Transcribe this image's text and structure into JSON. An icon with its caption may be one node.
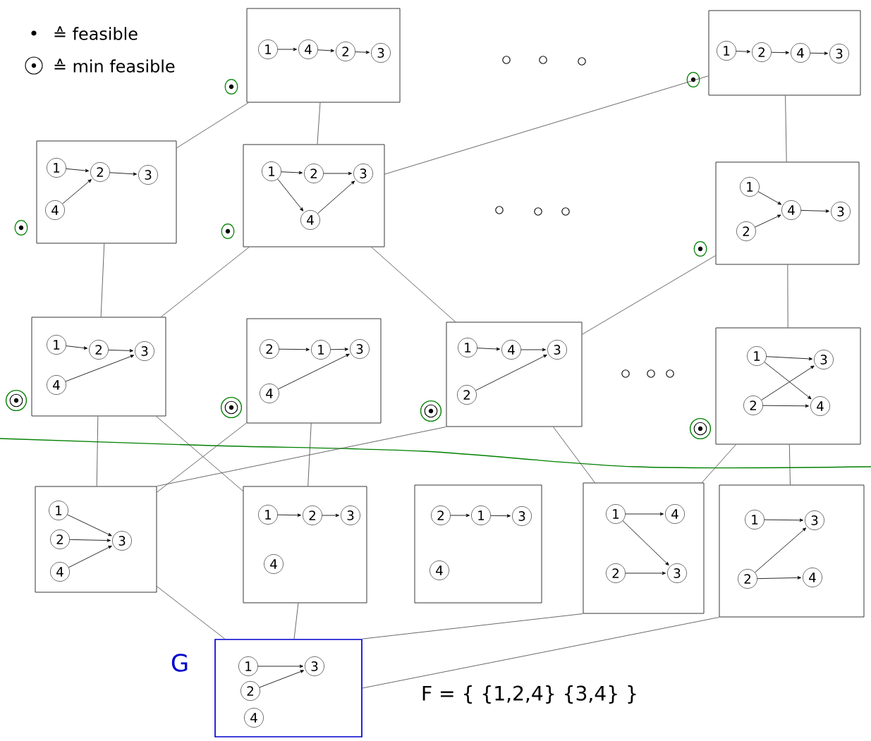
{
  "diagram": {
    "nodes": [
      {
        "text": [],
        "shape": "box"
      },
      {
        "text": [],
        "shape": "box"
      },
      {
        "text": [],
        "shape": "box"
      },
      {
        "text": [],
        "shape": "box"
      },
      {
        "text": [],
        "shape": "box"
      },
      {
        "text": [],
        "shape": "box"
      },
      {
        "text": [],
        "shape": "box"
      },
      {
        "text": [],
        "shape": "box"
      },
      {
        "text": [],
        "shape": "box"
      },
      {
        "text": [],
        "shape": "box"
      },
      {
        "text": [],
        "shape": "box"
      },
      {
        "text": [],
        "shape": "box"
      },
      {
        "text": [],
        "shape": "box"
      },
      {
        "text": [],
        "shape": "box"
      },
      {
        "text": [],
        "shape": "box",
        "beside": [
          "G"
        ]
      },
      {
        "text": [
          "1"
        ],
        "in": 0
      },
      {
        "text": [
          "4"
        ],
        "in": 0
      },
      {
        "text": [
          "2"
        ],
        "in": 0
      },
      {
        "text": [
          "3"
        ],
        "in": 0
      },
      {
        "text": [
          "1"
        ],
        "in": 1
      },
      {
        "text": [
          "2"
        ],
        "in": 1
      },
      {
        "text": [
          "4"
        ],
        "in": 1
      },
      {
        "text": [
          "3"
        ],
        "in": 1
      },
      {
        "text": [
          "1"
        ],
        "in": 2
      },
      {
        "text": [
          "2"
        ],
        "in": 2
      },
      {
        "text": [
          "3"
        ],
        "in": 2
      },
      {
        "text": [
          "4"
        ],
        "in": 2
      },
      {
        "text": [
          "1"
        ],
        "in": 3
      },
      {
        "text": [
          "2"
        ],
        "in": 3
      },
      {
        "text": [
          "3"
        ],
        "in": 3
      },
      {
        "text": [
          "4"
        ],
        "in": 3
      },
      {
        "text": [
          "1"
        ],
        "in": 4
      },
      {
        "text": [
          "4"
        ],
        "in": 4
      },
      {
        "text": [
          "3"
        ],
        "in": 4
      },
      {
        "text": [
          "2"
        ],
        "in": 4
      },
      {
        "text": [
          "1"
        ],
        "in": 5
      },
      {
        "text": [
          "2"
        ],
        "in": 5
      },
      {
        "text": [
          "3"
        ],
        "in": 5
      },
      {
        "text": [
          "4"
        ],
        "in": 5
      },
      {
        "text": [
          "2"
        ],
        "in": 6
      },
      {
        "text": [
          "1"
        ],
        "in": 6
      },
      {
        "text": [
          "3"
        ],
        "in": 6
      },
      {
        "text": [
          "4"
        ],
        "in": 6
      },
      {
        "text": [
          "1"
        ],
        "in": 7
      },
      {
        "text": [
          "4"
        ],
        "in": 7
      },
      {
        "text": [
          "3"
        ],
        "in": 7
      },
      {
        "text": [
          "2"
        ],
        "in": 7
      },
      {
        "text": [
          "1"
        ],
        "in": 8
      },
      {
        "text": [
          "3"
        ],
        "in": 8
      },
      {
        "text": [
          "2"
        ],
        "in": 8
      },
      {
        "text": [
          "4"
        ],
        "in": 8
      },
      {
        "text": [
          "1"
        ],
        "in": 9
      },
      {
        "text": [
          "2"
        ],
        "in": 9
      },
      {
        "text": [
          "3"
        ],
        "in": 9
      },
      {
        "text": [
          "4"
        ],
        "in": 9
      },
      {
        "text": [
          "1"
        ],
        "in": 10
      },
      {
        "text": [
          "2"
        ],
        "in": 10
      },
      {
        "text": [
          "3"
        ],
        "in": 10
      },
      {
        "text": [
          "4"
        ],
        "in": 10
      },
      {
        "text": [
          "2"
        ],
        "in": 11
      },
      {
        "text": [
          "1"
        ],
        "in": 11
      },
      {
        "text": [
          "3"
        ],
        "in": 11
      },
      {
        "text": [
          "4"
        ],
        "in": 11
      },
      {
        "text": [
          "1"
        ],
        "in": 12
      },
      {
        "text": [
          "4"
        ],
        "in": 12
      },
      {
        "text": [
          "2"
        ],
        "in": 12
      },
      {
        "text": [
          "3"
        ],
        "in": 12
      },
      {
        "text": [
          "1"
        ],
        "in": 13
      },
      {
        "text": [
          "3"
        ],
        "in": 13
      },
      {
        "text": [
          "2"
        ],
        "in": 13
      },
      {
        "text": [
          "4"
        ],
        "in": 13
      },
      {
        "text": [
          "1"
        ],
        "in": 14
      },
      {
        "text": [
          "3"
        ],
        "in": 14
      },
      {
        "text": [
          "2"
        ],
        "in": 14
      },
      {
        "text": [
          "4"
        ],
        "in": 14
      }
    ],
    "edges": [
      {
        "from": 0,
        "to": 2,
        "arrow": "none"
      },
      {
        "from": 0,
        "to": 3,
        "arrow": "none"
      },
      {
        "from": 1,
        "to": 3,
        "arrow": "none"
      },
      {
        "from": 1,
        "to": 4,
        "arrow": "none"
      },
      {
        "from": 2,
        "to": 5,
        "arrow": "none"
      },
      {
        "from": 3,
        "to": 5,
        "arrow": "none"
      },
      {
        "from": 3,
        "to": 7,
        "arrow": "none"
      },
      {
        "from": 4,
        "to": 7,
        "arrow": "none"
      },
      {
        "from": 4,
        "to": 8,
        "arrow": "none"
      },
      {
        "from": 5,
        "to": 9,
        "arrow": "none"
      },
      {
        "from": 5,
        "to": 10,
        "arrow": "none"
      },
      {
        "from": 6,
        "to": 9,
        "arrow": "none"
      },
      {
        "from": 6,
        "to": 10,
        "arrow": "none"
      },
      {
        "from": 7,
        "to": 9,
        "arrow": "none"
      },
      {
        "from": 7,
        "to": 12,
        "arrow": "none"
      },
      {
        "from": 8,
        "to": 12,
        "arrow": "none"
      },
      {
        "from": 8,
        "to": 13,
        "arrow": "none"
      },
      {
        "from": 9,
        "to": 14,
        "arrow": "none"
      },
      {
        "from": 10,
        "to": 14,
        "arrow": "none"
      },
      {
        "from": 12,
        "to": 14,
        "arrow": "none"
      },
      {
        "from": 13,
        "to": 14,
        "arrow": "none"
      },
      {
        "from": 15,
        "to": 16,
        "arrow": "to"
      },
      {
        "from": 16,
        "to": 17,
        "arrow": "to"
      },
      {
        "from": 17,
        "to": 18,
        "arrow": "to"
      },
      {
        "from": 19,
        "to": 20,
        "arrow": "to"
      },
      {
        "from": 20,
        "to": 21,
        "arrow": "to"
      },
      {
        "from": 21,
        "to": 22,
        "arrow": "to"
      },
      {
        "from": 23,
        "to": 24,
        "arrow": "to"
      },
      {
        "from": 24,
        "to": 25,
        "arrow": "to"
      },
      {
        "from": 26,
        "to": 24,
        "arrow": "to"
      },
      {
        "from": 27,
        "to": 28,
        "arrow": "to"
      },
      {
        "from": 28,
        "to": 29,
        "arrow": "to"
      },
      {
        "from": 27,
        "to": 30,
        "arrow": "to"
      },
      {
        "from": 30,
        "to": 29,
        "arrow": "to"
      },
      {
        "from": 31,
        "to": 32,
        "arrow": "to"
      },
      {
        "from": 34,
        "to": 32,
        "arrow": "to"
      },
      {
        "from": 32,
        "to": 33,
        "arrow": "to"
      },
      {
        "from": 35,
        "to": 36,
        "arrow": "to"
      },
      {
        "from": 36,
        "to": 37,
        "arrow": "to"
      },
      {
        "from": 38,
        "to": 37,
        "arrow": "to"
      },
      {
        "from": 39,
        "to": 40,
        "arrow": "to"
      },
      {
        "from": 40,
        "to": 41,
        "arrow": "to"
      },
      {
        "from": 42,
        "to": 41,
        "arrow": "to"
      },
      {
        "from": 43,
        "to": 44,
        "arrow": "to"
      },
      {
        "from": 44,
        "to": 45,
        "arrow": "to"
      },
      {
        "from": 46,
        "to": 45,
        "arrow": "to"
      },
      {
        "from": 47,
        "to": 48,
        "arrow": "to"
      },
      {
        "from": 47,
        "to": 50,
        "arrow": "to"
      },
      {
        "from": 49,
        "to": 48,
        "arrow": "to"
      },
      {
        "from": 49,
        "to": 50,
        "arrow": "to"
      },
      {
        "from": 51,
        "to": 53,
        "arrow": "to"
      },
      {
        "from": 52,
        "to": 53,
        "arrow": "to"
      },
      {
        "from": 54,
        "to": 53,
        "arrow": "to"
      },
      {
        "from": 55,
        "to": 56,
        "arrow": "to"
      },
      {
        "from": 56,
        "to": 57,
        "arrow": "to"
      },
      {
        "from": 59,
        "to": 60,
        "arrow": "to"
      },
      {
        "from": 60,
        "to": 61,
        "arrow": "to"
      },
      {
        "from": 63,
        "to": 64,
        "arrow": "to"
      },
      {
        "from": 63,
        "to": 66,
        "arrow": "to"
      },
      {
        "from": 65,
        "to": 66,
        "arrow": "to"
      },
      {
        "from": 67,
        "to": 68,
        "arrow": "to"
      },
      {
        "from": 69,
        "to": 68,
        "arrow": "to"
      },
      {
        "from": 69,
        "to": 70,
        "arrow": "to"
      },
      {
        "from": 71,
        "to": 72,
        "arrow": "to"
      },
      {
        "from": 73,
        "to": 72,
        "arrow": "to"
      }
    ],
    "labels": [
      "F = { {1,2,4} {3,4} }"
    ],
    "legend": [
      {
        "text": "≙ feasible"
      },
      {
        "text": "≙ min feasible"
      }
    ]
  }
}
